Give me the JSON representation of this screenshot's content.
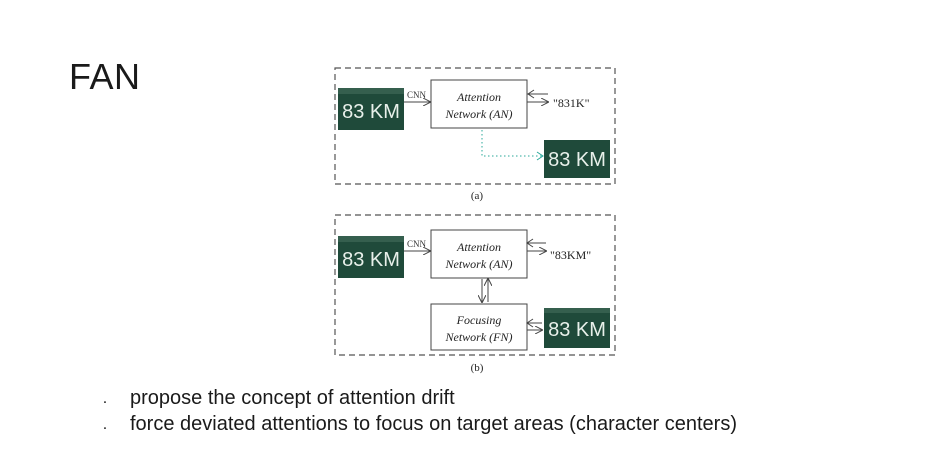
{
  "slide": {
    "title": "FAN"
  },
  "diagram": {
    "panels": [
      {
        "caption": "(a)",
        "input_image_text": "83 KM",
        "cnn_label": "CNN",
        "attention_box": [
          "Attention",
          "Network (AN)"
        ],
        "output_text": "\"831K\"",
        "attention_map_text": "83 KM"
      },
      {
        "caption": "(b)",
        "input_image_text": "83 KM",
        "cnn_label": "CNN",
        "attention_box": [
          "Attention",
          "Network (AN)"
        ],
        "output_text": "\"83KM\"",
        "focusing_box": [
          "Focusing",
          "Network (FN)"
        ],
        "attention_map_text": "83 KM"
      }
    ],
    "colors": {
      "plate_bg": "#1f4a3a",
      "plate_text": "#e8f0ea",
      "dash": "#555555",
      "box_stroke": "#444444",
      "dotted": "#2aa89a"
    }
  },
  "bullets": [
    {
      "marker": ".",
      "text": "propose the concept of attention drift"
    },
    {
      "marker": ".",
      "text": "force deviated attentions to focus on target areas (character centers)"
    }
  ]
}
